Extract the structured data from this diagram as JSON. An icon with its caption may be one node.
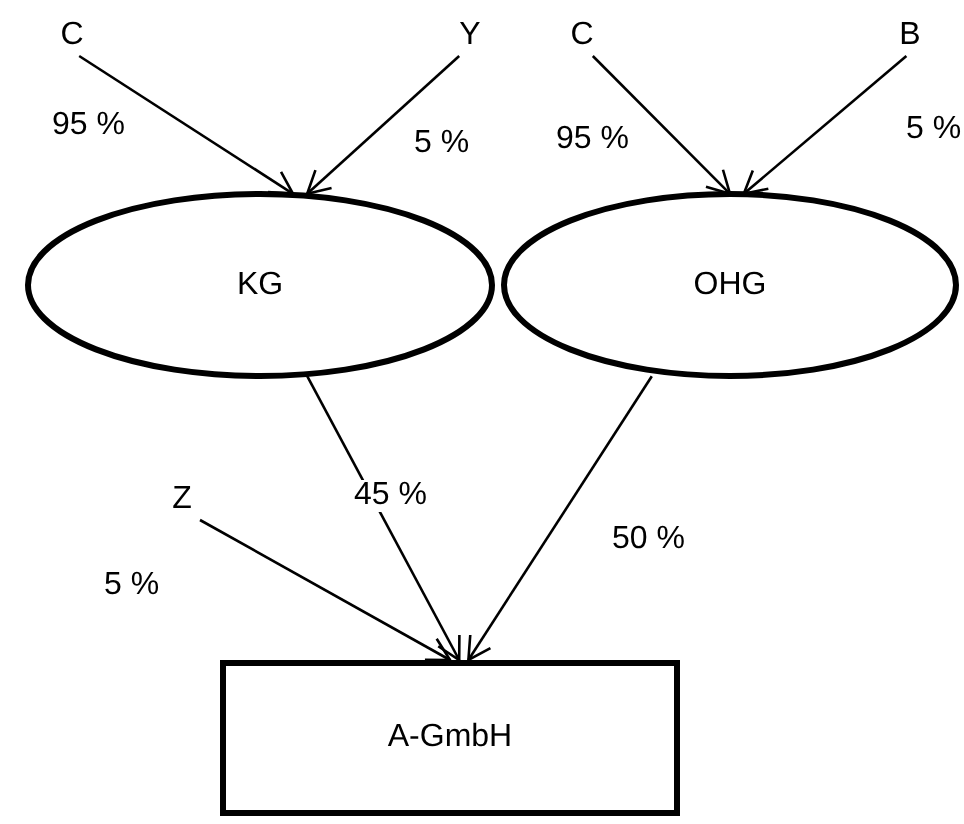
{
  "diagram": {
    "nodes": [
      {
        "text": [
          "C"
        ]
      },
      {
        "text": [
          "Y"
        ]
      },
      {
        "text": [
          "KG"
        ]
      },
      {
        "text": [
          "C"
        ]
      },
      {
        "text": [
          "B"
        ]
      },
      {
        "text": [
          "OHG"
        ]
      },
      {
        "text": [
          "Z"
        ]
      },
      {
        "text": [
          "A-GmbH"
        ]
      }
    ],
    "edges": [
      {
        "from": 0,
        "to": 2,
        "arrow": "to",
        "label": "95 %"
      },
      {
        "from": 1,
        "to": 2,
        "arrow": "to",
        "label": "5 %"
      },
      {
        "from": 3,
        "to": 5,
        "arrow": "to",
        "label": "95 %"
      },
      {
        "from": 4,
        "to": 5,
        "arrow": "to",
        "label": "5 %"
      },
      {
        "from": 2,
        "to": 7,
        "arrow": "to",
        "label": "45 %"
      },
      {
        "from": 5,
        "to": 7,
        "arrow": "to",
        "label": "50 %"
      },
      {
        "from": 6,
        "to": 7,
        "arrow": "to",
        "label": "5 %"
      }
    ]
  }
}
